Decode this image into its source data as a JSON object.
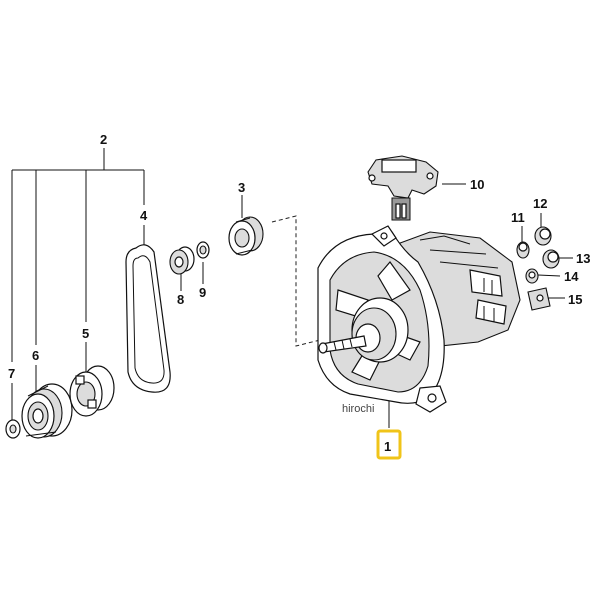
{
  "labels": {
    "p1": "1",
    "p2": "2",
    "p3": "3",
    "p4": "4",
    "p5": "5",
    "p6": "6",
    "p7": "7",
    "p8": "8",
    "p9": "9",
    "p10": "10",
    "p11": "11",
    "p12": "12",
    "p13": "13",
    "p14": "14",
    "p15": "15"
  },
  "watermark": "hirochi",
  "colors": {
    "highlight": "#f0c419",
    "line": "#111111"
  }
}
